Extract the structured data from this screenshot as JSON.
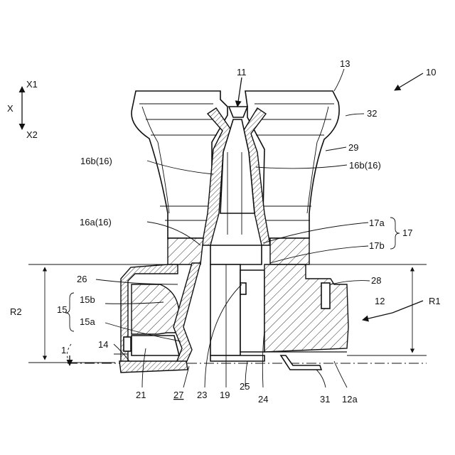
{
  "labels": {
    "l10": "10",
    "l11": "11",
    "l12": "12",
    "l13": "13",
    "l32": "32",
    "l29": "29",
    "l16b_left": "16b(16)",
    "l16b_right": "16b(16)",
    "l16a": "16a(16)",
    "l17a": "17a",
    "l17": "17",
    "l17b": "17b",
    "l26": "26",
    "l28": "28",
    "lR2": "R2",
    "lR1": "R1",
    "l15": "15",
    "l15b": "15b",
    "l15a": "15a",
    "l1": "1",
    "l14": "14",
    "l21": "21",
    "l27": "27",
    "l23": "23",
    "l19": "19",
    "l25": "25",
    "l24": "24",
    "l31": "31",
    "l12a": "12a"
  },
  "axis": {
    "x": "X",
    "x1": "X1",
    "x2": "X2"
  }
}
